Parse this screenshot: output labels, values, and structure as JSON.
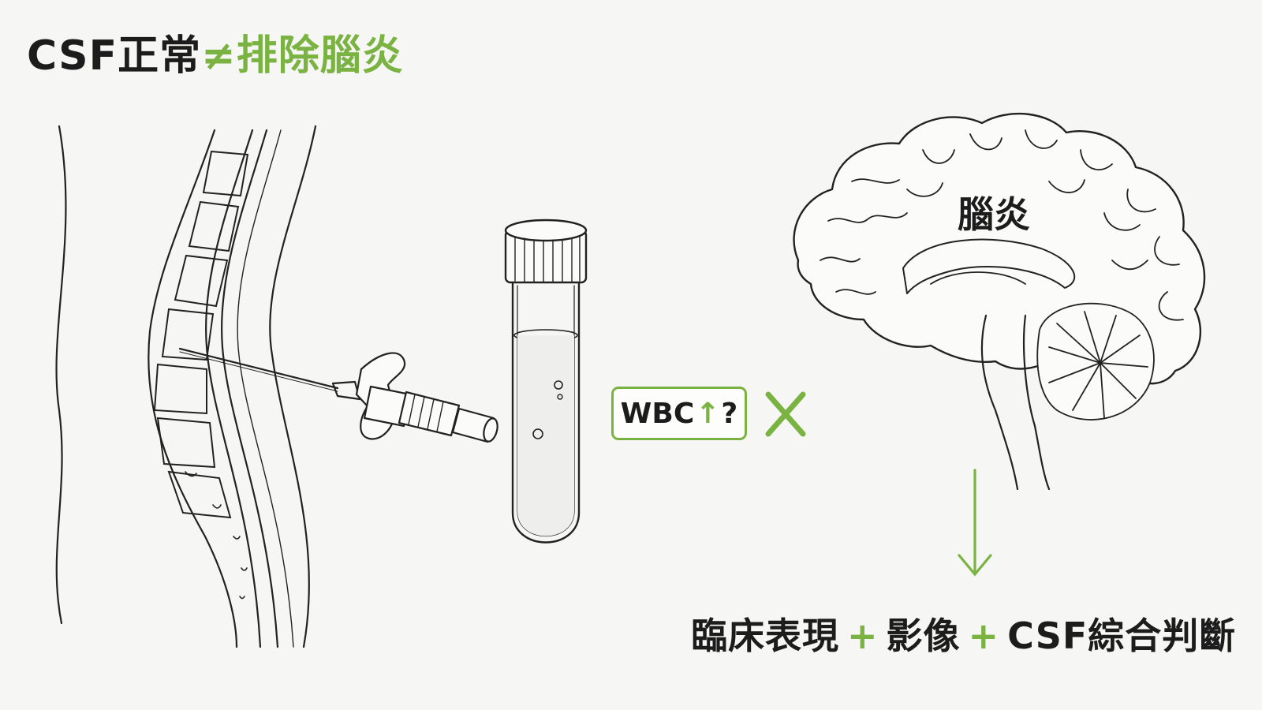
{
  "title": {
    "part1": "CSF正常",
    "symbol": "≠",
    "part2": "排除腦炎"
  },
  "tube_label": {
    "text": "WBC",
    "arrow": "↑",
    "question": "?"
  },
  "brain_label": "腦炎",
  "conclusion": {
    "item1": "臨床表現",
    "plus1": "+",
    "item2": "影像",
    "plus2": "+",
    "item3": "CSF綜合判斷"
  },
  "colors": {
    "accent": "#7ab342",
    "ink": "#1c1c1c",
    "background": "#f6f6f4"
  }
}
